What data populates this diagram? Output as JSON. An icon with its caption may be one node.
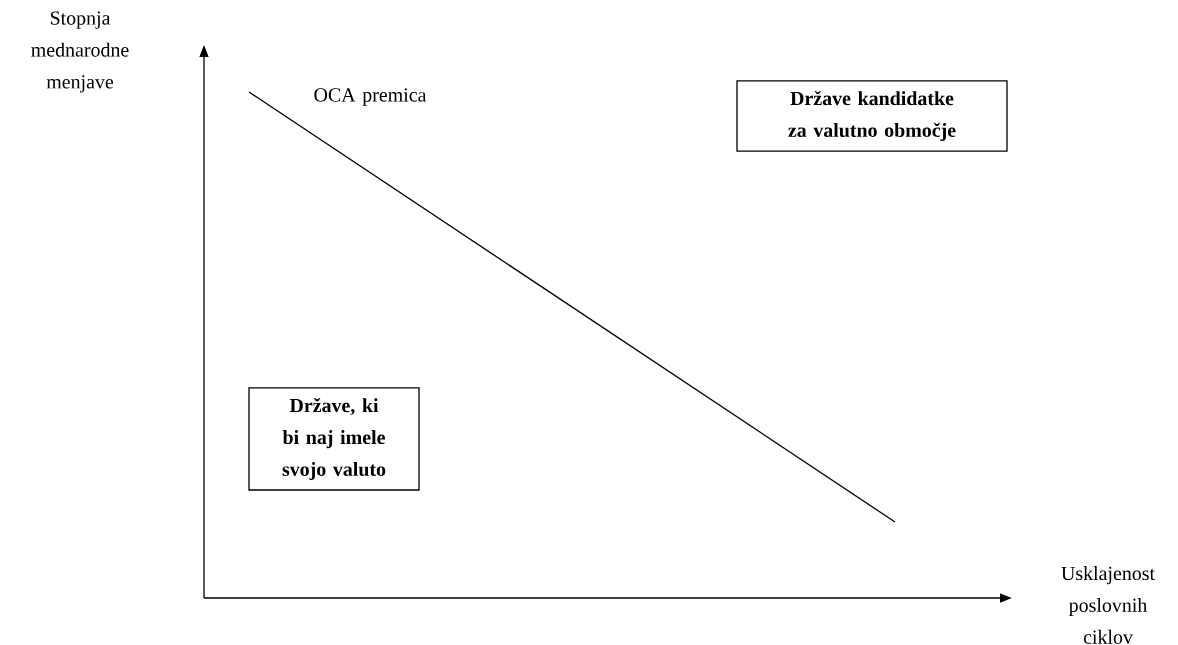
{
  "diagram": {
    "nodes": [
      {
        "text": [
          "Države kandidatke za valutno območje"
        ]
      },
      {
        "text": [
          "Države, ki bi naj imele svojo valuto"
        ]
      }
    ],
    "edges": [],
    "labels": [
      "Stopnja mednarodne menjave",
      "OCA premica",
      "Usklajenost poslovnih ciklov"
    ]
  }
}
